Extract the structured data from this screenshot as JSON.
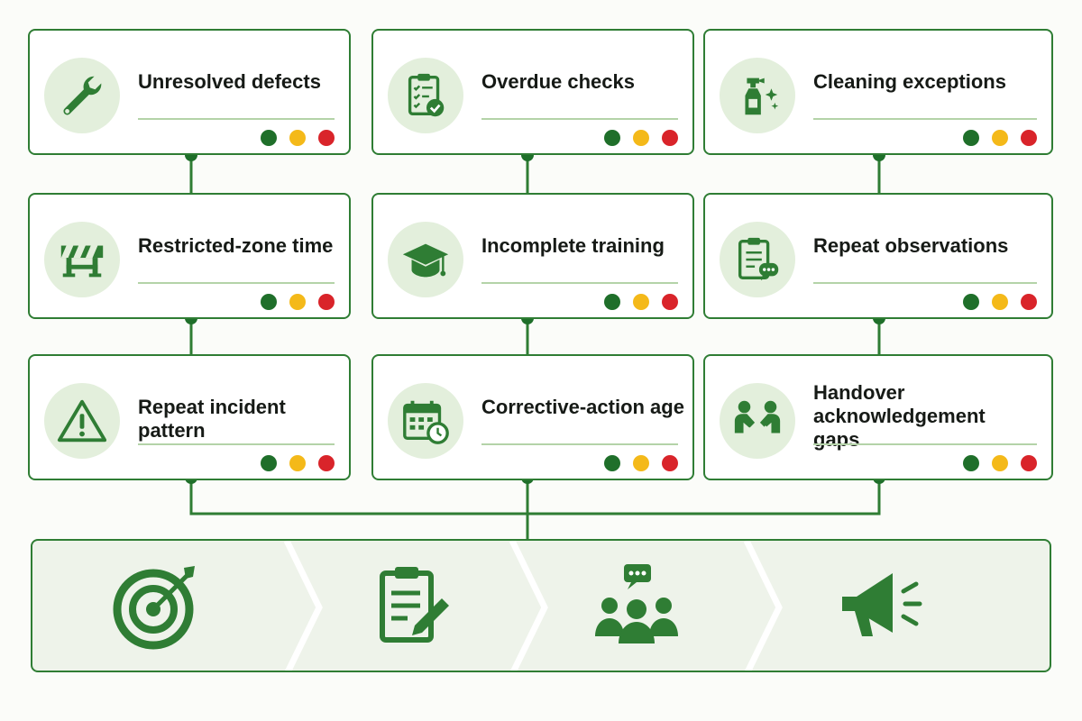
{
  "cards": [
    {
      "title": "Unresolved defects",
      "icon": "wrench-icon"
    },
    {
      "title": "Overdue checks",
      "icon": "clipboard-check-icon"
    },
    {
      "title": "Cleaning exceptions",
      "icon": "spray-bottle-icon"
    },
    {
      "title": "Restricted-zone time",
      "icon": "barrier-icon"
    },
    {
      "title": "Incomplete training",
      "icon": "graduation-cap-icon"
    },
    {
      "title": "Repeat observations",
      "icon": "clipboard-comment-icon"
    },
    {
      "title": "Repeat incident pattern",
      "icon": "warning-icon"
    },
    {
      "title": "Corrective-action age",
      "icon": "calendar-clock-icon"
    },
    {
      "title": "Handover acknowledgement gaps",
      "icon": "handshake-icon"
    }
  ],
  "status_lights": [
    "green",
    "amber",
    "red"
  ],
  "process_steps": [
    "target-icon",
    "clipboard-pen-icon",
    "team-chat-icon",
    "megaphone-icon"
  ],
  "colors": {
    "primary_green": "#2f7d34",
    "dark_green": "#1f6f2a",
    "icon_bg": "#e3efdc",
    "amber": "#f4b919",
    "red": "#d9242a",
    "process_bg": "#eef3ea"
  }
}
